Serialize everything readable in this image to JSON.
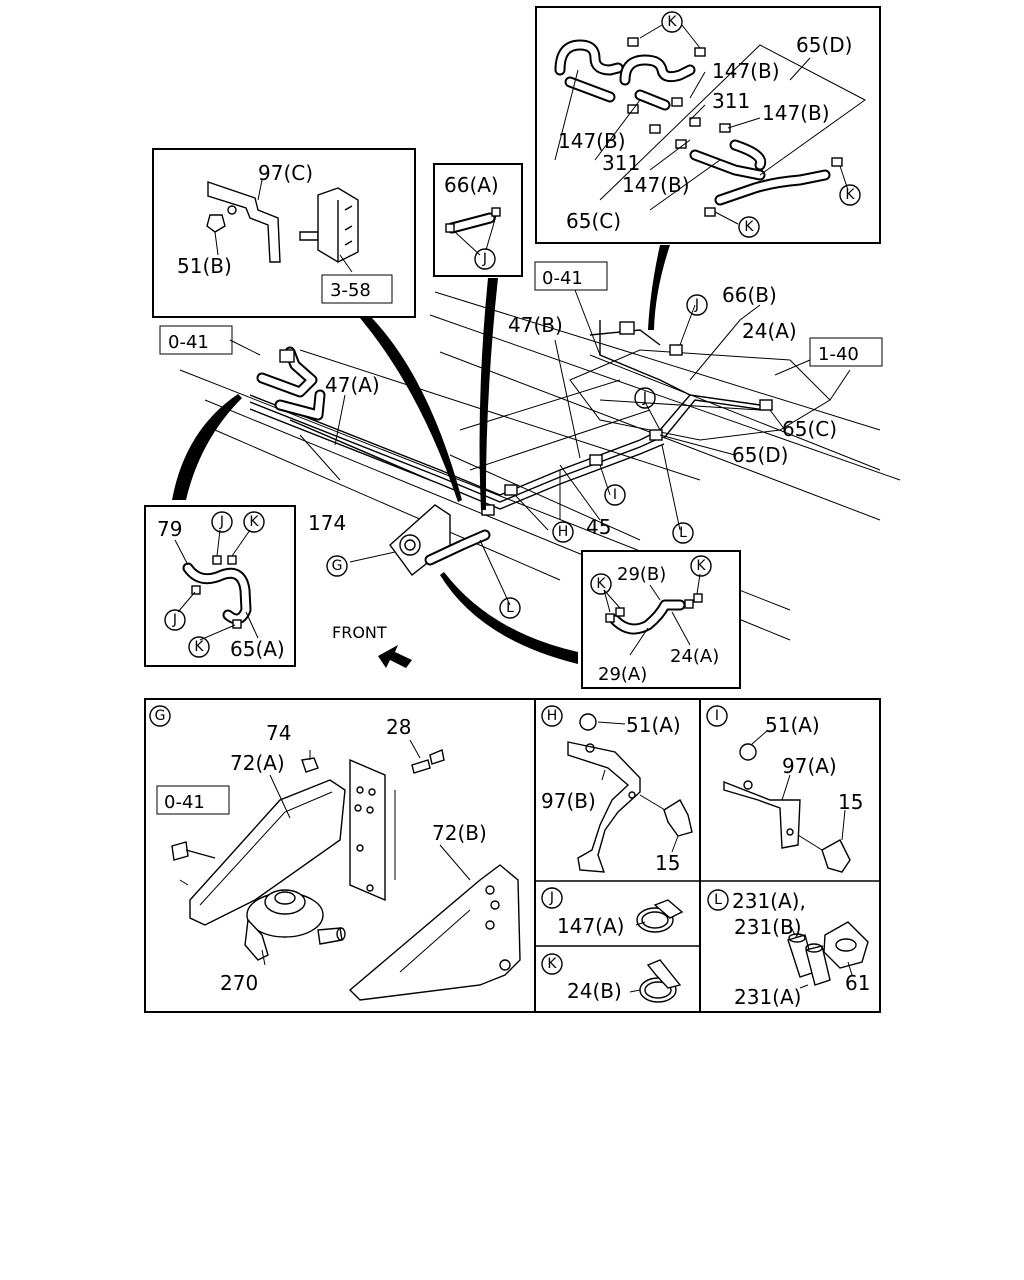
{
  "labels": {
    "p65d": "65(D)",
    "p147b_1": "147(B)",
    "p311_1": "311",
    "p147b_2": "147(B)",
    "p147b_3": "147(B)",
    "p311_2": "311",
    "p147b_4": "147(B)",
    "p65c_top": "65(C)",
    "p97c": "97(C)",
    "p51b": "51(B)",
    "p358": "3-58",
    "p66a": "66(A)",
    "ref041_a": "0-41",
    "ref041_b": "0-41",
    "p47b": "47(B)",
    "p66b": "66(B)",
    "p24a": "24(A)",
    "ref140": "1-40",
    "p47a": "47(A)",
    "p65c_main": "65(C)",
    "p65d_main": "65(D)",
    "p174": "174",
    "p45": "45",
    "p79": "79",
    "p65a": "65(A)",
    "p29b": "29(B)",
    "p24a_d": "24(A)",
    "p29a": "29(A)",
    "front": "FRONT",
    "p74": "74",
    "p28": "28",
    "p72a": "72(A)",
    "ref041_c": "0-41",
    "p72b": "72(B)",
    "p270": "270",
    "p51a_h": "51(A)",
    "p97b": "97(B)",
    "p15_h": "15",
    "p51a_i": "51(A)",
    "p97a": "97(A)",
    "p15_i": "15",
    "p147a": "147(A)",
    "p231ab": "231(A),",
    "p231b": "231(B)",
    "p231a": "231(A)",
    "p61": "61",
    "p24b": "24(B)"
  },
  "callouts": {
    "K": "K",
    "J": "J",
    "G": "G",
    "H": "H",
    "I": "I",
    "L": "L"
  }
}
